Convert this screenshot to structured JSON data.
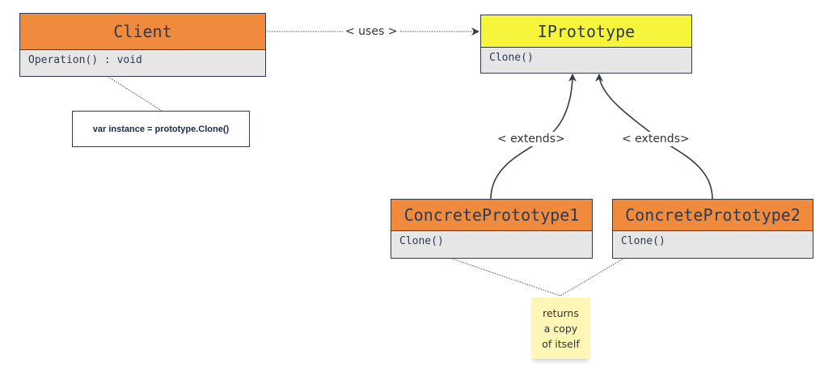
{
  "diagram": {
    "client": {
      "name": "Client",
      "member": "Operation() : void",
      "color": "#f08a3c"
    },
    "iprototype": {
      "name": "IPrototype",
      "member": "Clone()",
      "color": "#f7f43c"
    },
    "concrete1": {
      "name": "ConcretePrototype1",
      "member": "Clone()",
      "color": "#f08a3c"
    },
    "concrete2": {
      "name": "ConcretePrototype2",
      "member": "Clone()",
      "color": "#f08a3c"
    },
    "uses_label": "< uses >",
    "extends1_label": "< extends>",
    "extends2_label": "< extends>",
    "client_note": "var instance = prototype.Clone()",
    "sticky_note": "returns\na copy\nof itself",
    "sticky_color": "#fdf6b4"
  }
}
